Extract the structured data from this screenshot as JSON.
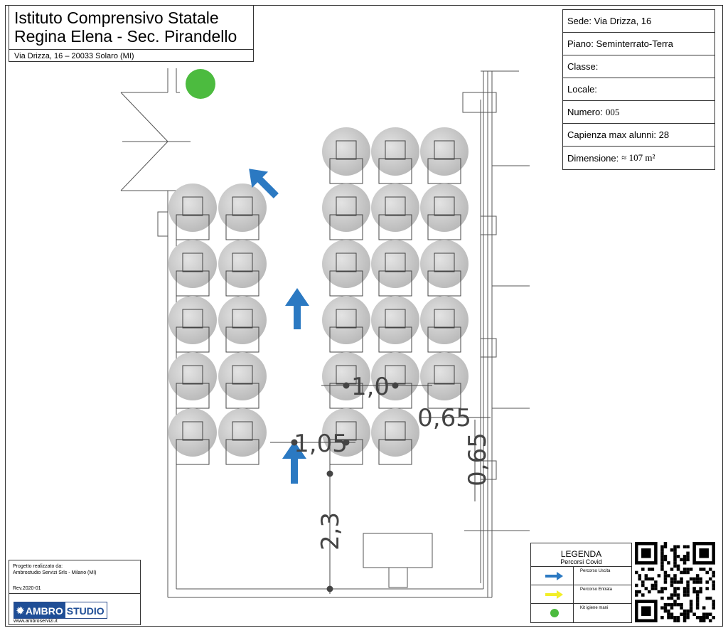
{
  "title_block": {
    "line1": "Istituto Comprensivo Statale",
    "line2": "Regina Elena - Sec. Pirandello",
    "address": "Via Drizza, 16 – 20033 Solaro (MI)"
  },
  "info_table": {
    "sede": "Sede:  Via Drizza, 16",
    "piano": "Piano: Seminterrato-Terra",
    "classe": "Classe:",
    "locale": "Locale:",
    "numero_label": "Numero:",
    "numero_value": "005",
    "capienza": "Capienza max alunni: 28",
    "dimensione_label": "Dimensione:",
    "dimensione_value": "≈ 107 m²"
  },
  "dimensions": {
    "aisle_width": "1,0",
    "row_spacing": "1,05",
    "desk_spacing_h": "0,65",
    "desk_spacing_v": "0,65",
    "teacher_distance": "2,3"
  },
  "credits": {
    "line1": "Progetto realizzato da:",
    "line2": "Ambrostudio Servizi Srls - Milano (MI)",
    "rev": "Rev.2020-01",
    "logo_left": "AMBRO",
    "logo_right": "STUDIO",
    "website": "www.ambroservizi.it"
  },
  "legend": {
    "title": "LEGENDA",
    "subtitle": "Percorsi Covid",
    "items": [
      {
        "label": "Percorso Uscita",
        "color": "#2b79c2"
      },
      {
        "label": "Percorso Entrata",
        "color": "#f2ee28"
      },
      {
        "label": "Kit igiene mani",
        "color": "#4cbb3f"
      }
    ]
  },
  "colors": {
    "exit_arrow": "#2b79c2",
    "hygiene_kit": "#4cbb3f",
    "desk_area": "#cfcfcf"
  }
}
